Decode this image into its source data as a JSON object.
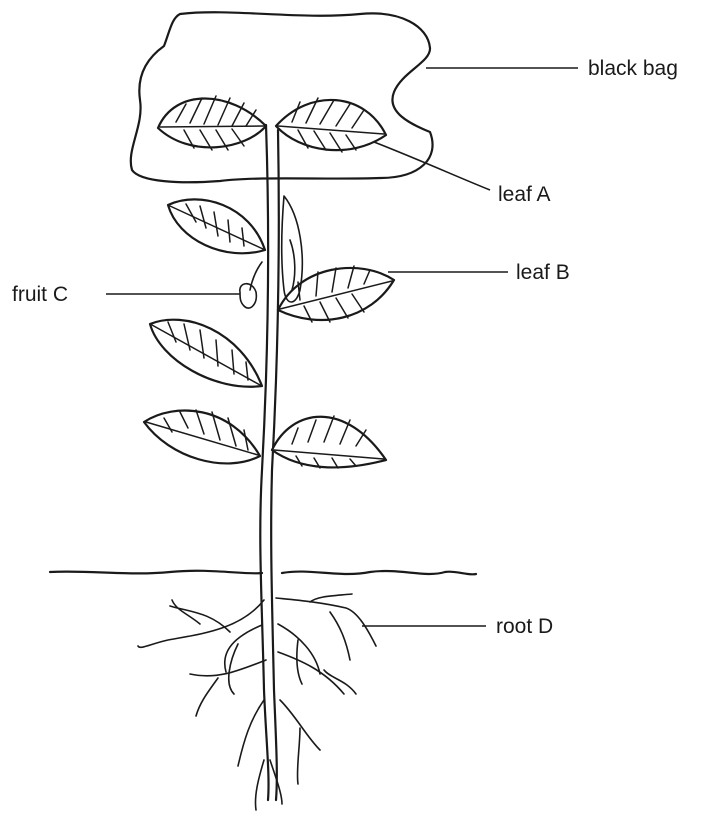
{
  "labels": {
    "black_bag": "black bag",
    "leaf_a": "leaf A",
    "leaf_b": "leaf B",
    "fruit_c": "fruit C",
    "root_d": "root D"
  }
}
